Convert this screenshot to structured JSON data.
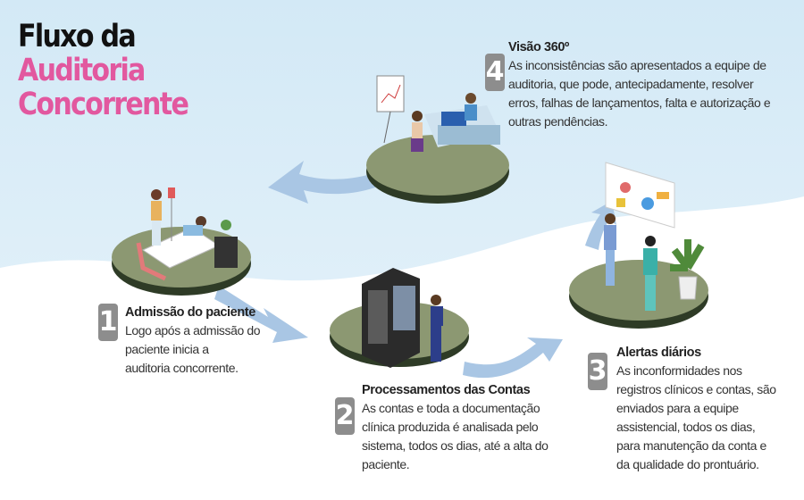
{
  "title": {
    "line1": "Fluxo da",
    "line2": "Auditoria",
    "line3": "Concorrente"
  },
  "colors": {
    "accent": "#e2589f",
    "platform": "#8c9872",
    "arrow": "#a9c6e4",
    "sky": "#d6eaf6"
  },
  "steps": [
    {
      "number": "1",
      "title": "Admissão do paciente",
      "lines": [
        "Logo após a admissão do",
        "paciente inicia a",
        "auditoria concorrente."
      ]
    },
    {
      "number": "2",
      "title": "Processamentos das Contas",
      "lines": [
        "As contas e toda a documentação",
        "clínica produzida é analisada pelo",
        "sistema, todos os dias, até a alta do",
        "paciente."
      ]
    },
    {
      "number": "3",
      "title": "Alertas diários",
      "lines": [
        "As inconformidades nos",
        "registros clínicos e contas, são",
        "enviados para a equipe",
        "assistencial, todos os dias,",
        "para manutenção da conta e",
        "da qualidade do prontuário."
      ]
    },
    {
      "number": "4",
      "title": "Visão 360º",
      "lines": [
        "As inconsistências são apresentados a equipe de",
        "auditoria, que pode, antecipadamente, resolver",
        "erros, falhas de lançamentos, falta e autorização e",
        "outras pendências."
      ]
    }
  ]
}
